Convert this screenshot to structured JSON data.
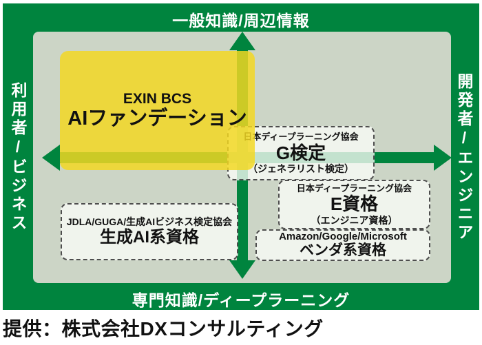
{
  "colors": {
    "frame_green": "#00843e",
    "panel_sage": "#ccd5c6",
    "highlight_yellow": "#f3d821",
    "box_border_gray": "#4d4d4d",
    "label_white": "#ffffff",
    "text_black": "#111111"
  },
  "axes": {
    "top": "一般知識/周辺情報",
    "bottom": "専門知識/ディープラーニング",
    "left": "利用者/ビジネス",
    "right": "開発者/エンジニア"
  },
  "highlight": {
    "org": "EXIN BCS",
    "title": "AIファンデーション"
  },
  "certs": [
    {
      "org": "日本ディープラーニング協会",
      "title": "G検定",
      "subtitle": "（ジェネラリスト検定）"
    },
    {
      "org": "日本ディープラーニング協会",
      "title": "E資格",
      "subtitle": "（エンジニア資格）"
    },
    {
      "org": "Amazon/Google/Microsoft",
      "title": "ベンダ系資格"
    },
    {
      "org": "JDLA/GUGA/生成AIビジネス検定協会",
      "title": "生成AI系資格"
    }
  ],
  "caption": "提供：株式会社DXコンサルティング"
}
